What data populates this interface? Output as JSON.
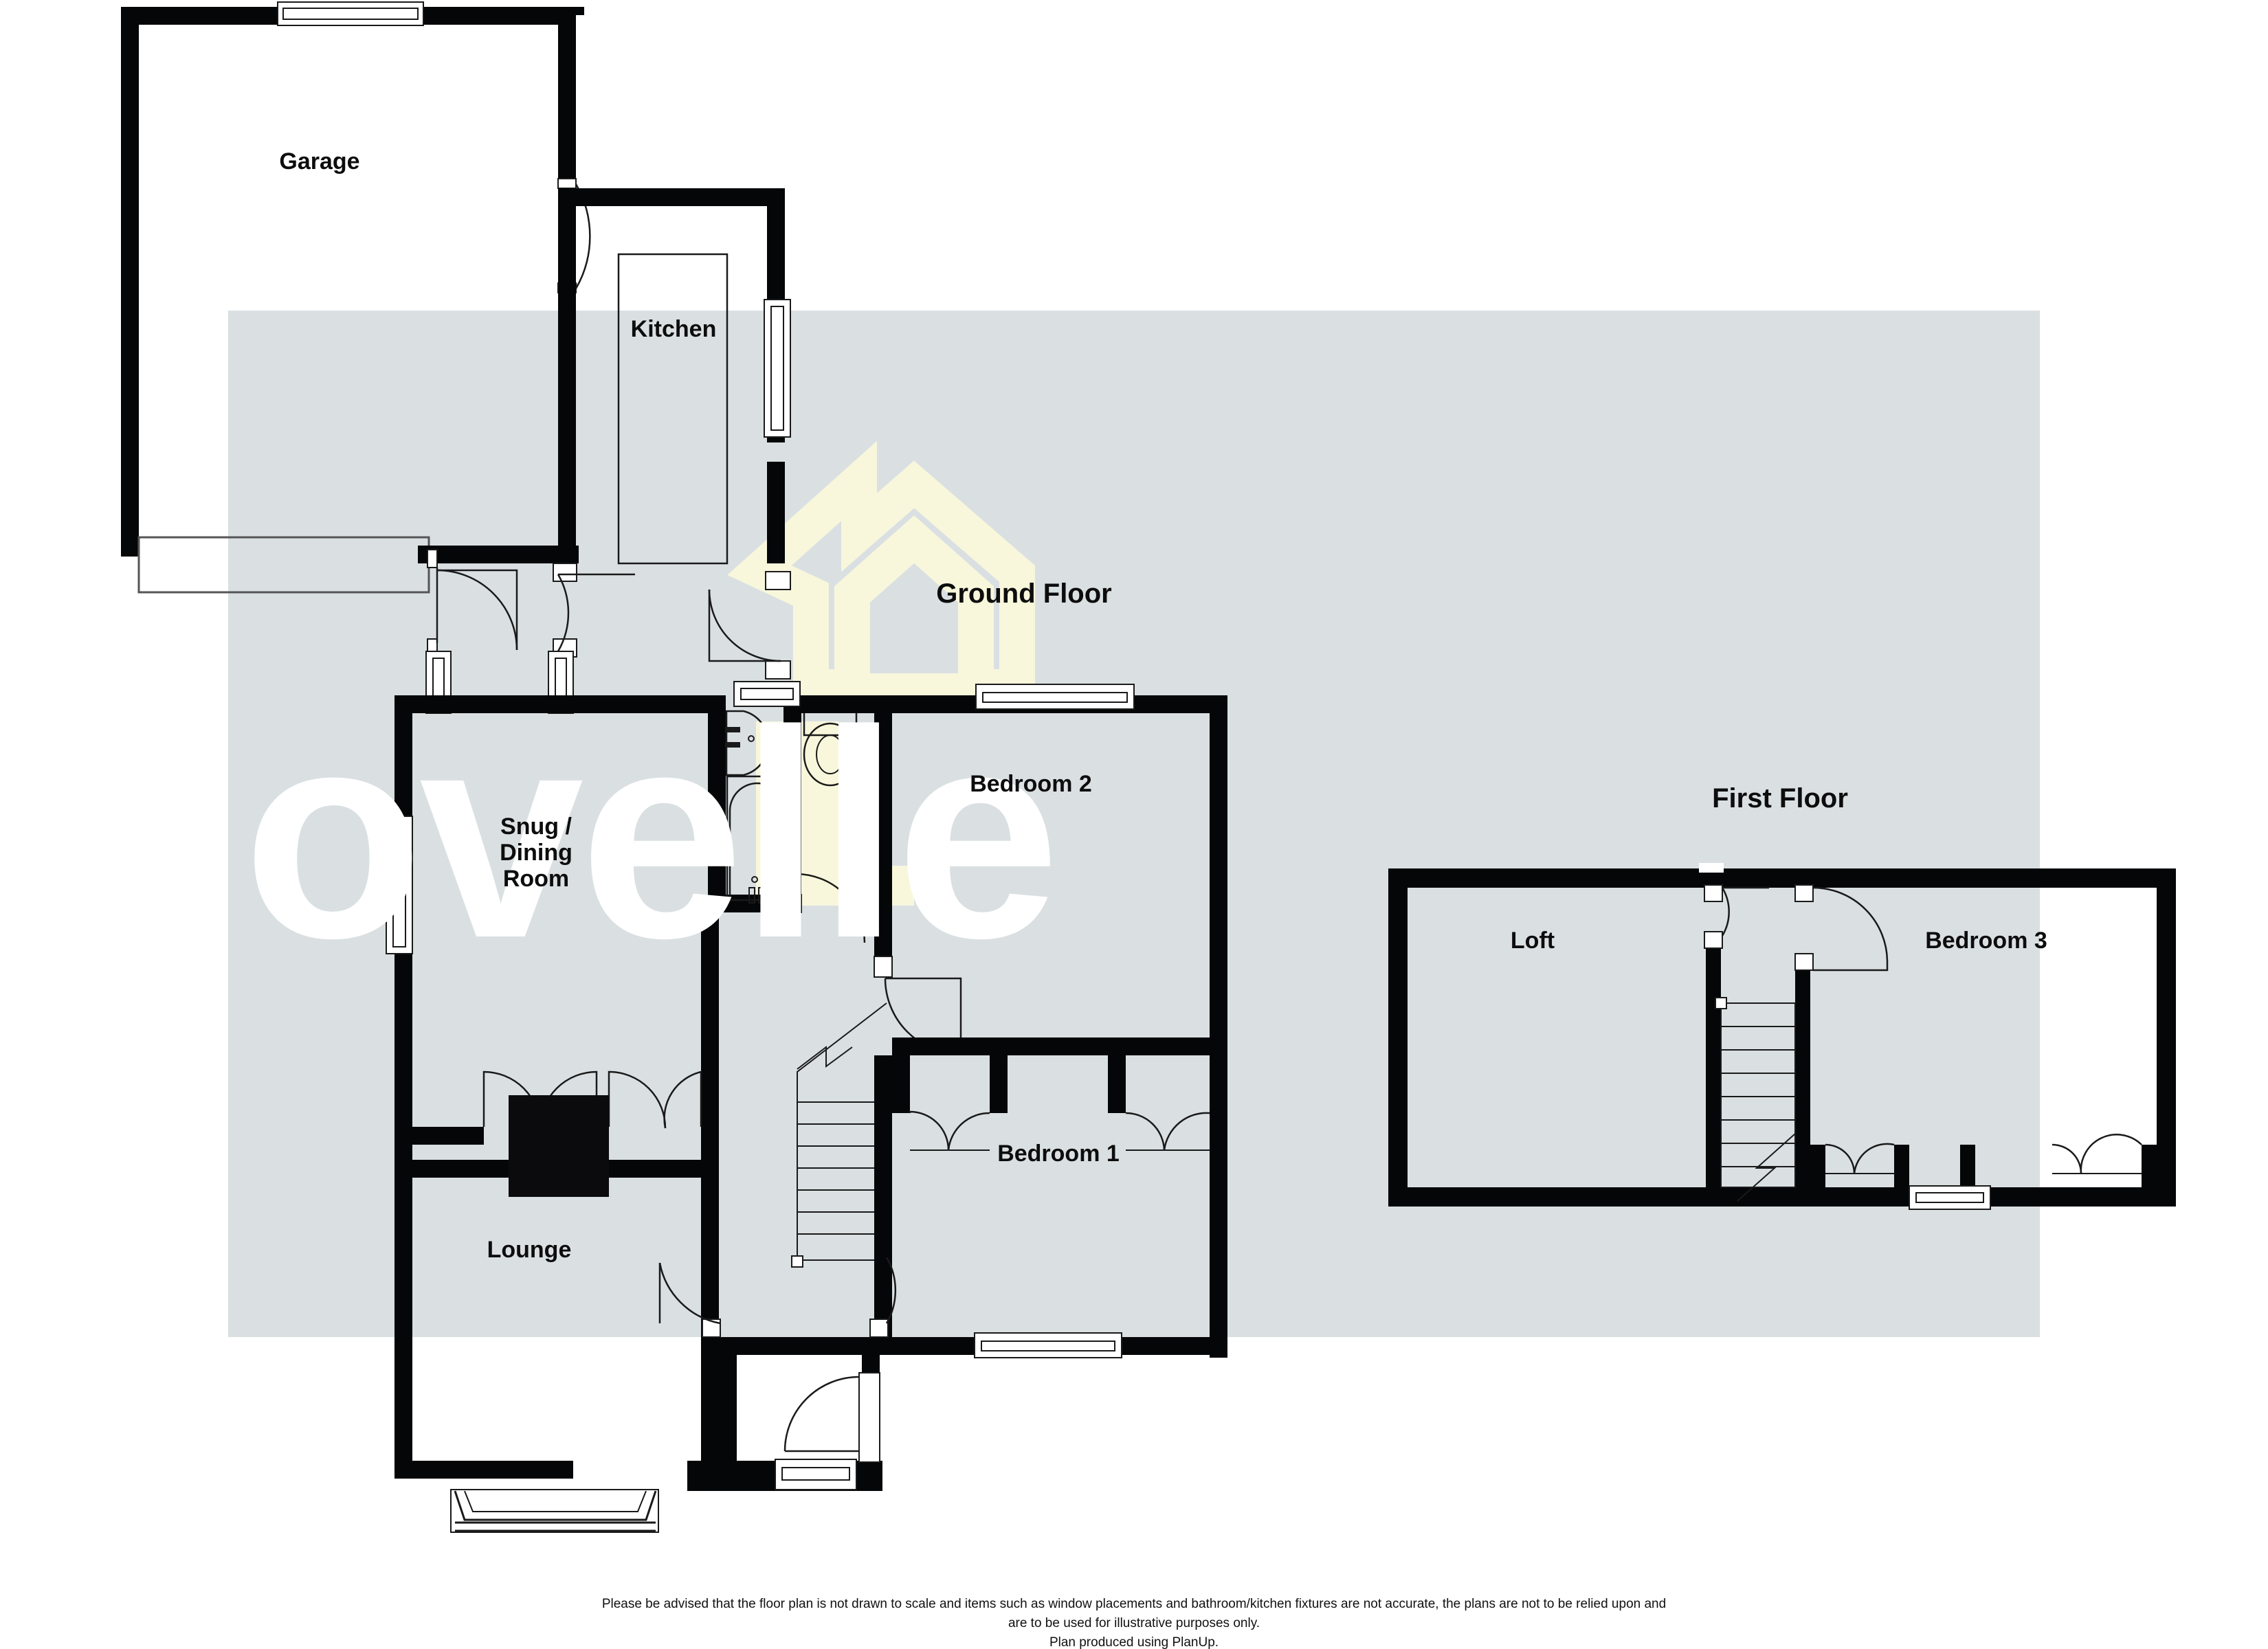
{
  "page": {
    "background_color": "#ffffff",
    "plan_fill_color": "#dae0e2",
    "wall_color": "#050608",
    "line_color": "#1a1a1a",
    "watermark_text": "lovelle",
    "watermark_color": "#ffffff",
    "watermark_logo_color": "#f8f7dc"
  },
  "floors": [
    {
      "id": "ground",
      "title": "Ground Floor"
    },
    {
      "id": "first",
      "title": "First Floor"
    }
  ],
  "rooms": [
    {
      "id": "garage",
      "label": "Garage",
      "floor": "ground"
    },
    {
      "id": "kitchen",
      "label": "Kitchen",
      "floor": "ground"
    },
    {
      "id": "snug",
      "label": "Snug /\nDining\nRoom",
      "floor": "ground"
    },
    {
      "id": "lounge",
      "label": "Lounge",
      "floor": "ground"
    },
    {
      "id": "bedroom2",
      "label": "Bedroom 2",
      "floor": "ground"
    },
    {
      "id": "bedroom1",
      "label": "Bedroom 1",
      "floor": "ground"
    },
    {
      "id": "loft",
      "label": "Loft",
      "floor": "first"
    },
    {
      "id": "bedroom3",
      "label": "Bedroom 3",
      "floor": "first"
    }
  ],
  "disclaimer": {
    "line1": "Please be advised that the floor plan is not drawn to scale and items such as window placements and bathroom/kitchen fixtures are not accurate, the plans are not to be relied upon and",
    "line2": "are to be used for illustrative purposes only.",
    "line3": "Plan produced using PlanUp."
  }
}
